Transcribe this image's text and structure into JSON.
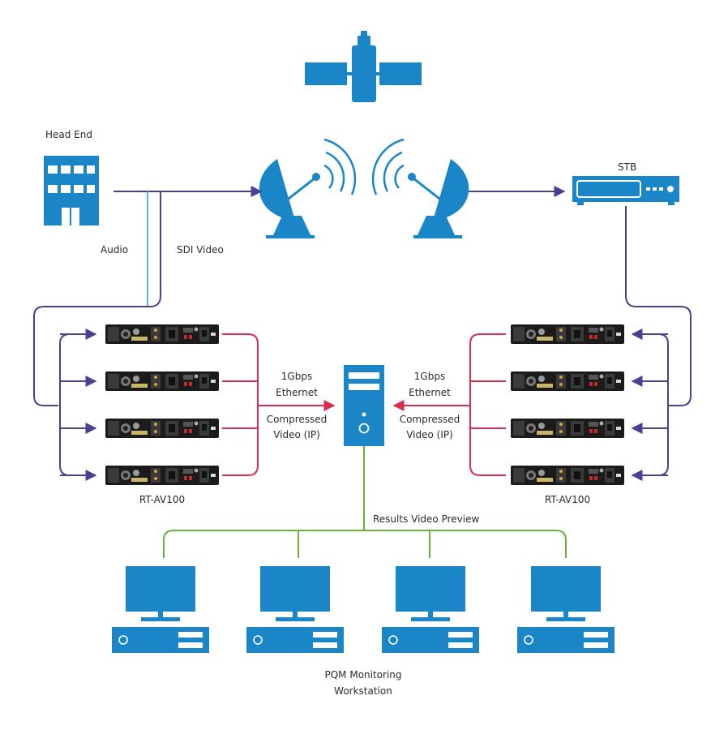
{
  "labels": {
    "head_end": "Head End",
    "stb": "STB",
    "audio": "Audio",
    "sdi_video": "SDI Video",
    "left_bandwidth": "1Gbps",
    "left_ethernet": "Ethernet",
    "left_compressed": "Compressed",
    "left_video_ip": "Video (IP)",
    "right_bandwidth": "1Gbps",
    "right_ethernet": "Ethernet",
    "right_compressed": "Compressed",
    "right_video_ip": "Video (IP)",
    "left_device_group": "RT-AV100",
    "right_device_group": "RT-AV100",
    "results_preview": "Results Video Preview",
    "workstation_line1": "PQM Monitoring",
    "workstation_line2": "Workstation"
  },
  "colors": {
    "device_blue": "#1a86c8",
    "signal_purple": "#4b3f94",
    "audio_lightblue": "#5bb8e6",
    "ethernet_red": "#dd2c4a",
    "preview_green": "#6ab03a"
  },
  "icons": [
    "satellite-icon",
    "building-icon",
    "satellite-dish-icon",
    "set-top-box-icon",
    "server-tower-icon",
    "rack-unit-icon",
    "workstation-icon"
  ]
}
